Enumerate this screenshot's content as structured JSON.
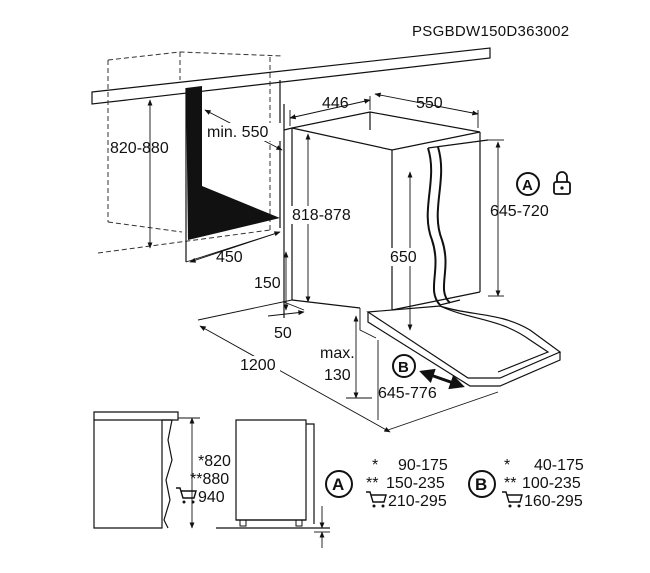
{
  "diagram": {
    "product_code": "PSGBDW150D363002",
    "dimensions": {
      "cabinet_height": "820-880",
      "niche_depth_min": "min. 550",
      "appliance_height": "818-878",
      "niche_width": "450",
      "width": "446",
      "depth": "550",
      "door_height": "645-720",
      "inner_height": "650",
      "plinth_height": "150",
      "plinth_offset": "50",
      "door_swing": "1200",
      "max_label": "max.",
      "max_value": "130",
      "door_travel": "645-776"
    },
    "markers": {
      "a": "A",
      "b": "B"
    },
    "height_options": [
      {
        "mark": "*",
        "value": "820"
      },
      {
        "mark": "**",
        "value": "880"
      },
      {
        "mark": "cart",
        "value": "940"
      }
    ],
    "table_a": {
      "label": "A",
      "rows": [
        {
          "mark": "*",
          "value": "90-175"
        },
        {
          "mark": "**",
          "value": "150-235"
        },
        {
          "mark": "cart",
          "value": "210-295"
        }
      ]
    },
    "table_b": {
      "label": "B",
      "rows": [
        {
          "mark": "*",
          "value": "40-175"
        },
        {
          "mark": "**",
          "value": "100-235"
        },
        {
          "mark": "cart",
          "value": "160-295"
        }
      ]
    }
  }
}
